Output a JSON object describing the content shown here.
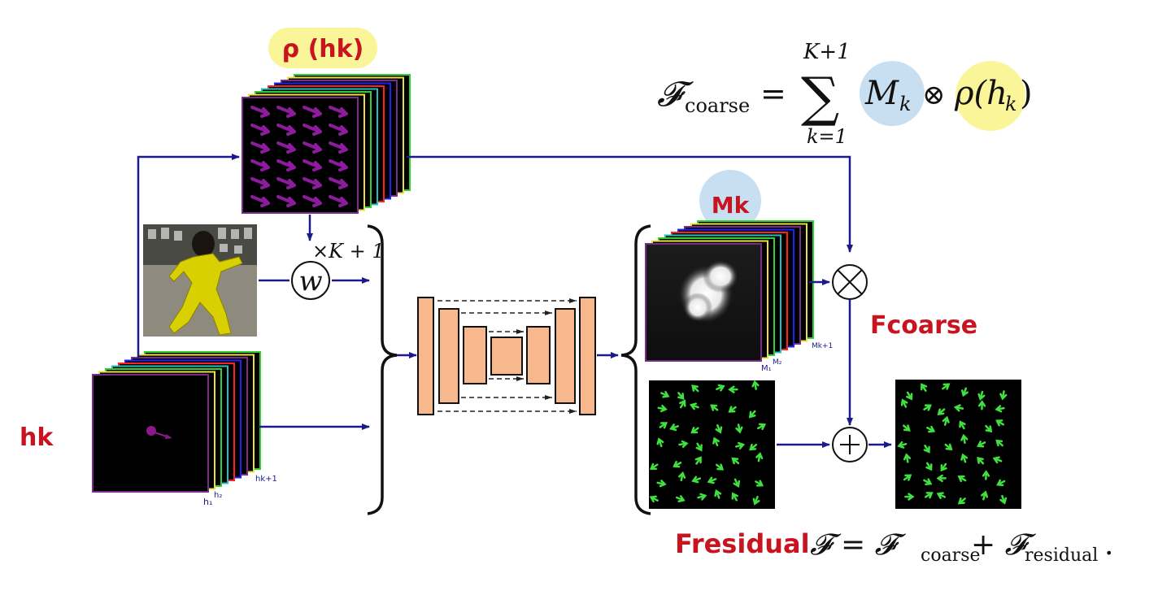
{
  "labels": {
    "rho_hk": "ρ (hk)",
    "hk": "hk",
    "mk": "Mk",
    "f_coarse": "Fcoarse",
    "f_residual": "Fresidual",
    "times_k_plus_1": "×K + 1",
    "w_symbol": "w",
    "h1": "h₁",
    "h2": "h₂",
    "hk1": "hk+1",
    "m1": "M₁",
    "m2": "M₂",
    "mk1": "Mk+1"
  },
  "equations": {
    "coarse": {
      "lhs": "𝓕",
      "lhs_sub": "coarse",
      "eq": "=",
      "sum": "∑",
      "upper": "K+1",
      "lower": "k=1",
      "term1": "M",
      "term1_sub": "k",
      "otimes": "⊗",
      "term2": "ρ(h",
      "term2_sub": "k",
      "term2_close": ")"
    },
    "total": {
      "lhs": "𝓕 = 𝓕",
      "sub1": "coarse",
      "plus": " + 𝓕",
      "sub2": "residual",
      "end": "."
    }
  },
  "operators": {
    "otimes": "⊗",
    "oplus": "+"
  },
  "colors": {
    "arrow": "#1a1a8c",
    "unet_fill": "#f7b88e",
    "highlight_yellow": "#fbf59a",
    "highlight_blue": "#c8dff2",
    "handwriting": "#c8141e",
    "stack_edges": [
      "#7a2c8c",
      "#e8e040",
      "#30d030",
      "#20c0c0",
      "#ff2020",
      "#2020ff"
    ]
  }
}
